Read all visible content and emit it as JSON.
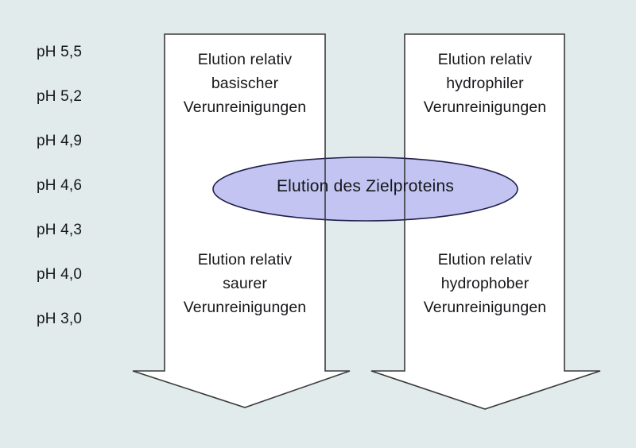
{
  "diagram": {
    "background_color": "#e1ebeb",
    "ph_scale": {
      "name": "pH gradient scale",
      "labels": [
        "pH 5,5",
        "pH 5,2",
        "pH 4,9",
        "pH 4,6",
        "pH 4,3",
        "pH 4,0",
        "pH 3,0"
      ]
    },
    "arrows": {
      "fill_color": "#ffffff",
      "stroke_color": "#3a3a3a",
      "left": {
        "name": "ion-exchange-elution-arrow",
        "top_text": "Elution relativ\nbasischer\nVerunreinigungen",
        "top_lines": [
          "Elution relativ",
          "basischer",
          "Verunreinigungen"
        ],
        "bottom_text": "Elution relativ\nsaurer\nVerunreinigungen",
        "bottom_lines": [
          "Elution relativ",
          "saurer",
          "Verunreinigungen"
        ]
      },
      "right": {
        "name": "hydrophobicity-elution-arrow",
        "top_text": "Elution relativ\nhydrophiler\nVerunreinigungen",
        "top_lines": [
          "Elution relativ",
          "hydrophiler",
          "Verunreinigungen"
        ],
        "bottom_text": "Elution relativ\nhydrophober\nVerunreinigungen",
        "bottom_lines": [
          "Elution relativ",
          "hydrophober",
          "Verunreinigungen"
        ]
      }
    },
    "ellipse": {
      "name": "target-protein-elution-ellipse",
      "label": "Elution des Zielproteins",
      "fill_color": "#c3c4f2",
      "stroke_color": "#1f1f4a"
    }
  }
}
